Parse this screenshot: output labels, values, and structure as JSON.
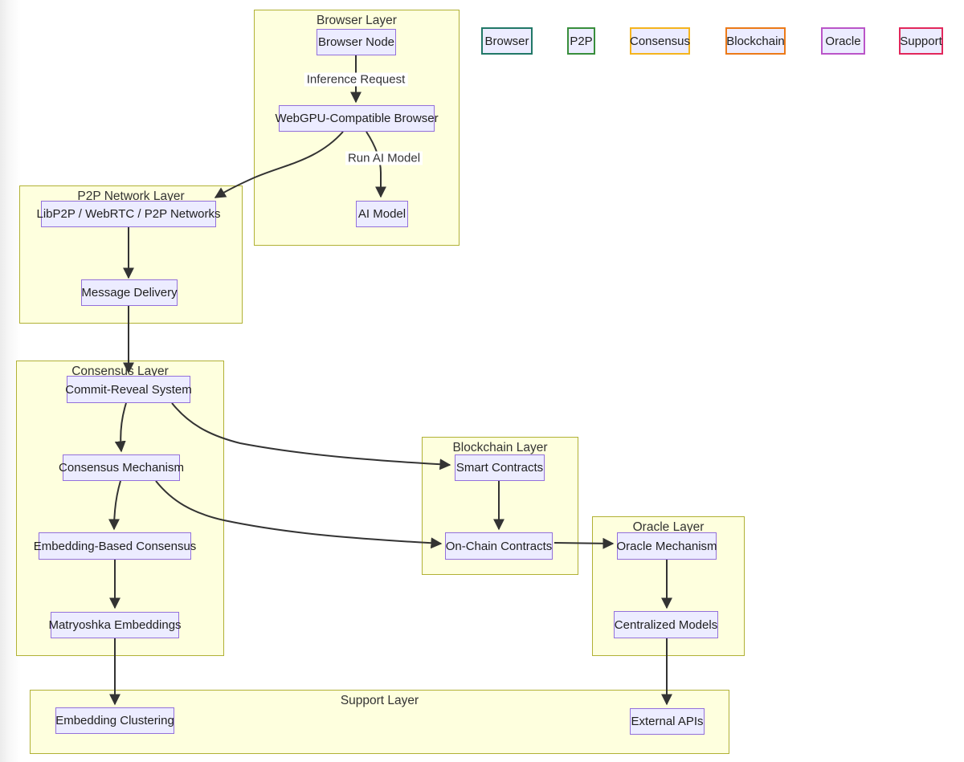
{
  "layers": {
    "browser": {
      "title": "Browser Layer"
    },
    "p2p": {
      "title": "P2P Network Layer"
    },
    "consensus": {
      "title": "Consensus Layer"
    },
    "blockchain": {
      "title": "Blockchain Layer"
    },
    "oracle": {
      "title": "Oracle Layer"
    },
    "support": {
      "title": "Support Layer"
    }
  },
  "nodes": {
    "browser_node": {
      "label": "Browser Node"
    },
    "webgpu_browser": {
      "label": "WebGPU-Compatible Browser"
    },
    "ai_model": {
      "label": "AI Model"
    },
    "libp2p": {
      "label": "LibP2P / WebRTC / P2P Networks"
    },
    "message_delivery": {
      "label": "Message Delivery"
    },
    "commit_reveal": {
      "label": "Commit-Reveal System"
    },
    "consensus_mechanism": {
      "label": "Consensus Mechanism"
    },
    "embedding_consensus": {
      "label": "Embedding-Based Consensus"
    },
    "matryoshka": {
      "label": "Matryoshka Embeddings"
    },
    "smart_contracts": {
      "label": "Smart Contracts"
    },
    "onchain_contracts": {
      "label": "On-Chain Contracts"
    },
    "oracle_mechanism": {
      "label": "Oracle Mechanism"
    },
    "centralized_models": {
      "label": "Centralized Models"
    },
    "external_apis": {
      "label": "External APIs"
    },
    "embedding_clustering": {
      "label": "Embedding Clustering"
    }
  },
  "edges": {
    "inference_request": {
      "label": "Inference Request"
    },
    "run_ai_model": {
      "label": "Run AI Model"
    }
  },
  "legend": {
    "items": [
      {
        "label": "Browser",
        "border_color": "#217867"
      },
      {
        "label": "P2P",
        "border_color": "#388E3C"
      },
      {
        "label": "Consensus",
        "border_color": "#F5B41D"
      },
      {
        "label": "Blockchain",
        "border_color": "#EC7A18"
      },
      {
        "label": "Oracle",
        "border_color": "#BA55C8"
      },
      {
        "label": "Support",
        "border_color": "#E2275B"
      }
    ]
  },
  "colors": {
    "node_fill": "#ECECFF",
    "node_border": "#9370DB",
    "layer_fill": "#FEFFDE",
    "layer_border": "#B1B135",
    "edge": "#333333",
    "text": "#333333"
  }
}
